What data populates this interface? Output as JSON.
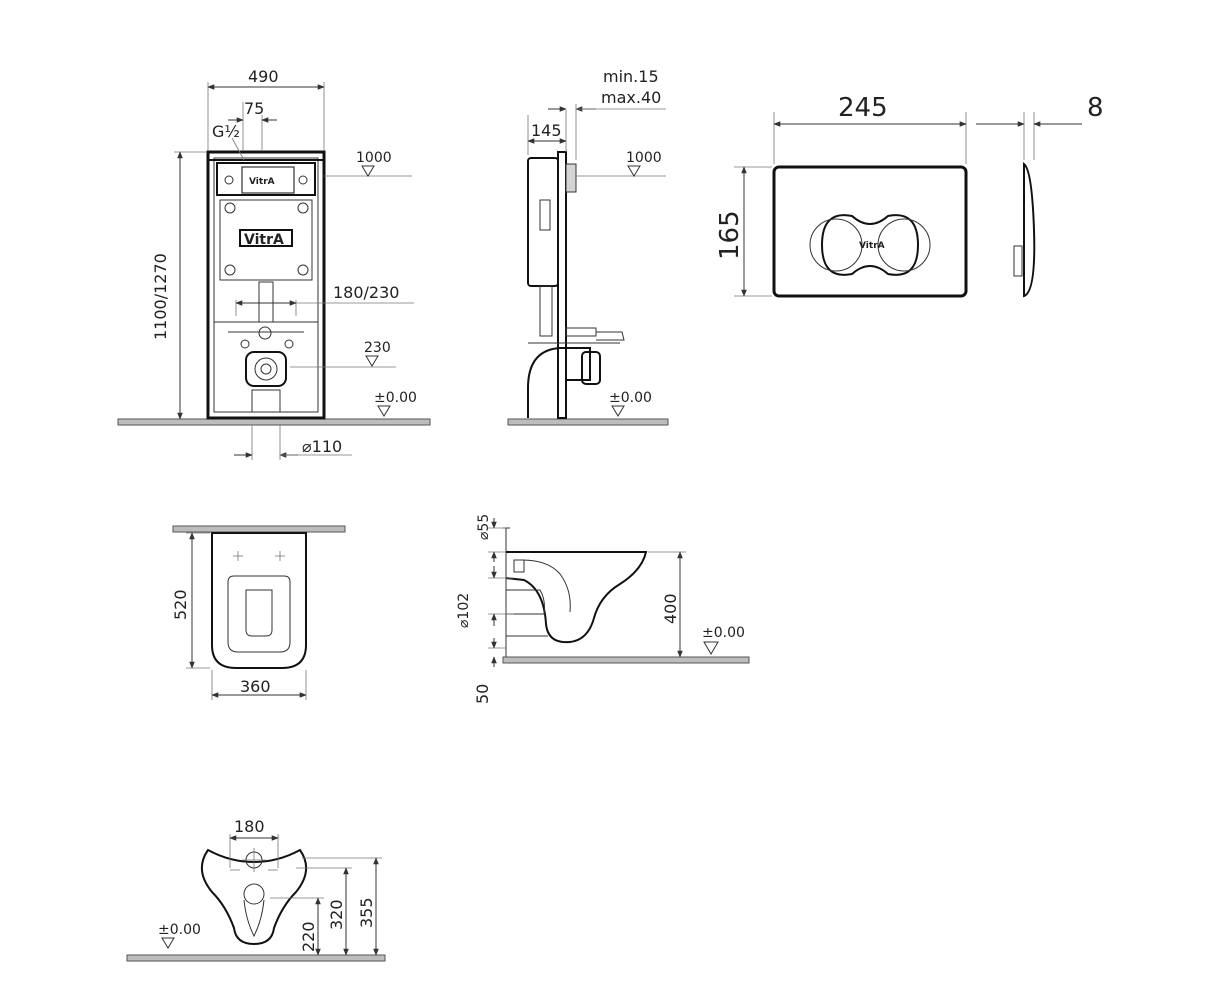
{
  "brand": "VitrA",
  "frame_front": {
    "width": "490",
    "offset": "75",
    "thread": "G½",
    "height": "1100/1270",
    "inlet_height": "1000",
    "bolt_spacing": "180/230",
    "outlet_height": "230",
    "level": "±0.00",
    "pipe_diameter": "⌀110"
  },
  "frame_side": {
    "depth": "145",
    "min_label": "min.15",
    "max_label": "max.40",
    "inlet_height": "1000",
    "level": "±0.00"
  },
  "flush_plate": {
    "width": "245",
    "thickness": "8",
    "height": "165"
  },
  "bowl_top": {
    "length": "520",
    "width": "360"
  },
  "bowl_side": {
    "d55": "⌀55",
    "d102": "⌀102",
    "height": "400",
    "offset": "50",
    "level": "±0.00"
  },
  "bowl_front": {
    "width": "180",
    "h220": "220",
    "h320": "320",
    "h355": "355",
    "level": "±0.00"
  }
}
